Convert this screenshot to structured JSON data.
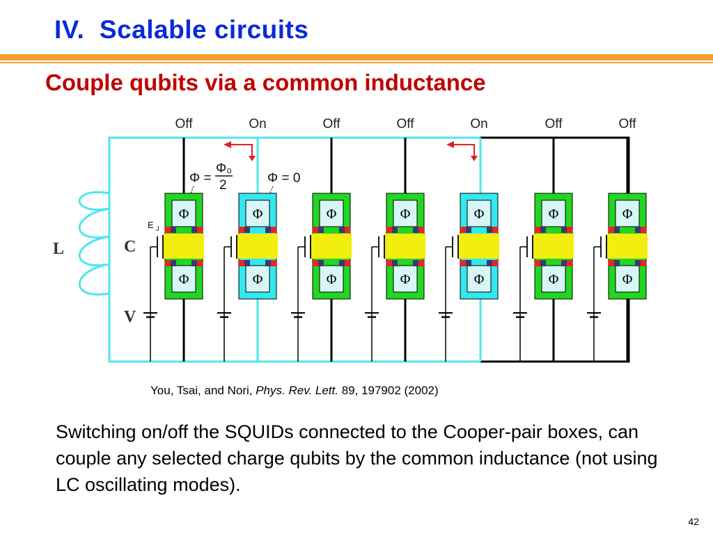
{
  "slide": {
    "title": "IV.  Scalable circuits",
    "subtitle": "Couple qubits via a common inductance",
    "page_number": "42"
  },
  "diagram": {
    "switch_states": [
      "Off",
      "On",
      "Off",
      "Off",
      "On",
      "Off",
      "Off"
    ],
    "left_labels": {
      "inductor": "L",
      "capacitor": "C",
      "voltage": "V"
    },
    "annotations": {
      "phi_half": "Φ = Φ₀/2",
      "phi_zero": "Φ = 0",
      "ej_label": "E J"
    },
    "squid_flux_symbol": "Φ",
    "colors": {
      "on_box": "#33e8ee",
      "off_box": "#22d622",
      "island": "#f2ee10",
      "junction": "#ee2222",
      "active_wire": "#4ee6ee",
      "wire": "#000000",
      "arrow": "#e02020"
    }
  },
  "citation": {
    "authors": "You, Tsai, and Nori,",
    "journal": "Phys. Rev. Lett.",
    "details": "89, 197902 (2002)"
  },
  "body_text": "Switching on/off the SQUIDs connected to the Cooper-pair boxes, can couple any selected charge qubits by the common inductance (not using LC oscillating modes)."
}
